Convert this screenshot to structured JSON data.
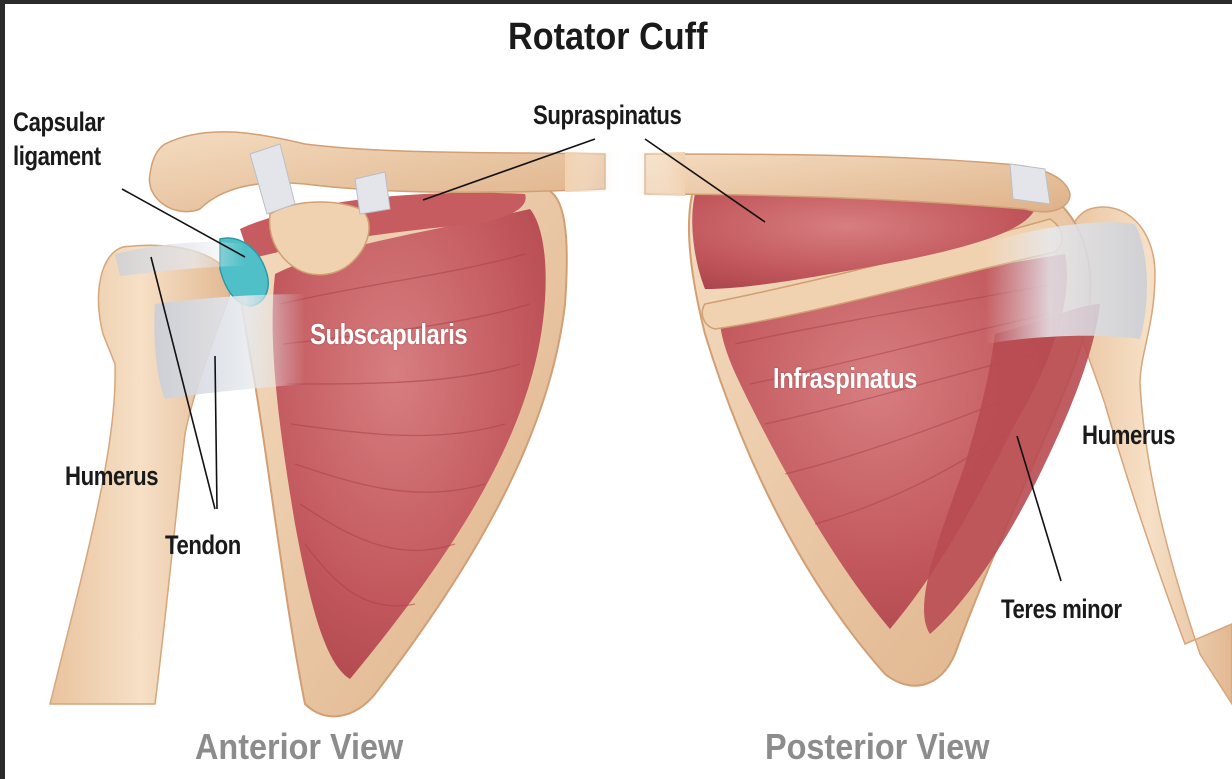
{
  "title": "Rotator Cuff",
  "labels": {
    "capsular_ligament_line1": "Capsular",
    "capsular_ligament_line2": "ligament",
    "supraspinatus": "Supraspinatus",
    "subscapularis": "Subscapularis",
    "infraspinatus": "Infraspinatus",
    "humerus_left": "Humerus",
    "tendon": "Tendon",
    "humerus_right": "Humerus",
    "teres_minor": "Teres minor"
  },
  "views": {
    "anterior": "Anterior View",
    "posterior": "Posterior View"
  },
  "colors": {
    "bone": "#f1d2b0",
    "bone_shadow": "#d7a980",
    "muscle": "#c45a5e",
    "muscle_dark": "#a23d44",
    "muscle_light": "#db8a88",
    "tendon": "#dfe3ea",
    "cartilage": "#4fc0c8",
    "leader_line": "#111111"
  }
}
